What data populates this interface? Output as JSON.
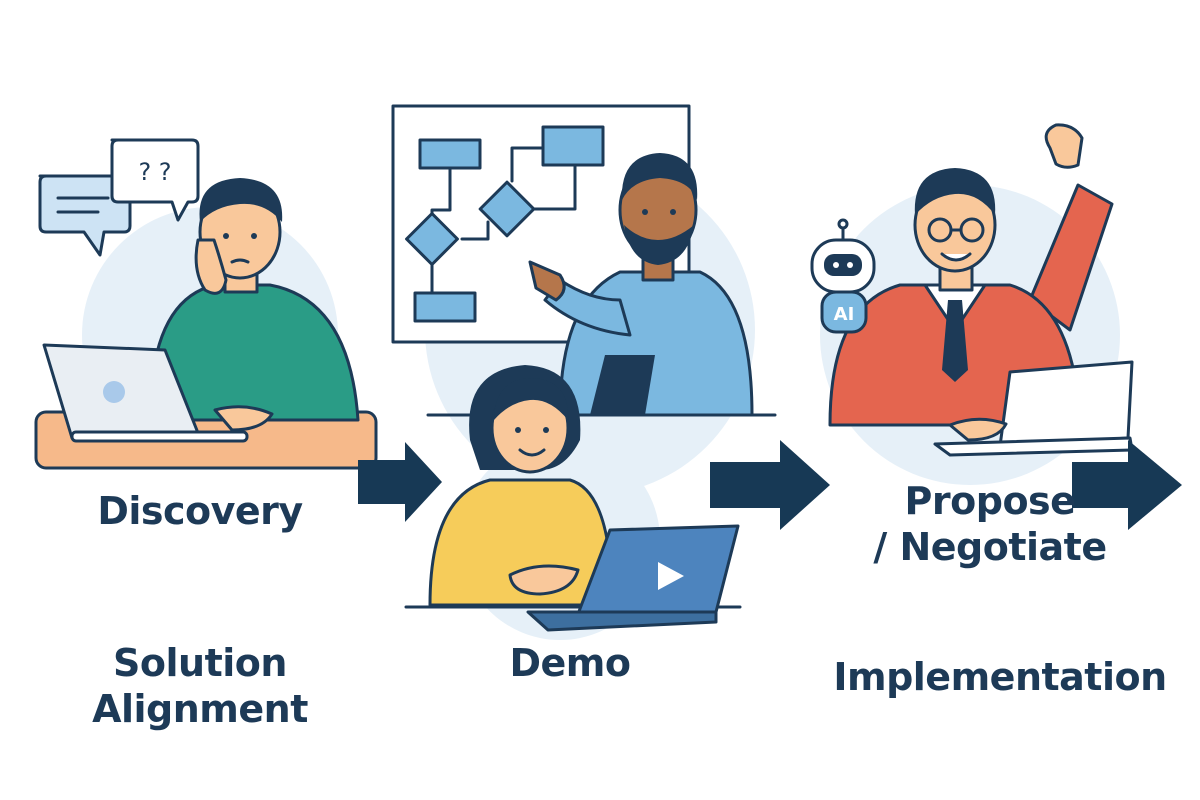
{
  "stages": {
    "discovery": "Discovery",
    "solution_alignment": {
      "line1": "Solution",
      "line2": "Alignment"
    },
    "demo": "Demo",
    "propose_negotiate": {
      "line1": "Propose",
      "line2": "/ Negotiate"
    },
    "implementation": "Implementation"
  },
  "bubbles": {
    "question": "? ?"
  },
  "robot_badge": "AI",
  "colors": {
    "navy": "#1d3a57",
    "arrow": "#173955",
    "teal_shirt": "#2a9c86",
    "blue_shirt": "#7bb8e0",
    "yellow_shirt": "#f6cc5a",
    "red_suit": "#e4654f",
    "desk": "#f6b98a",
    "backdrop": "#e6f0f8"
  },
  "icons": [
    "speech-bubble-icon",
    "question-bubble-icon",
    "flowchart-whiteboard",
    "robot-icon",
    "play-icon",
    "right-arrow-icon"
  ]
}
